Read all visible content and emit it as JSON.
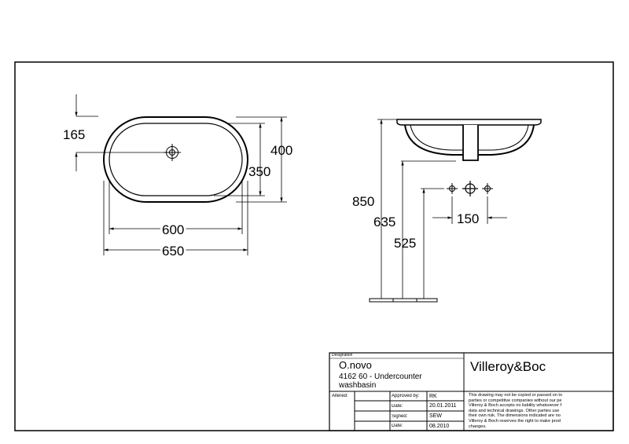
{
  "plan_view": {
    "dim_165": "165",
    "dim_400": "400",
    "dim_350": "350",
    "dim_600": "600",
    "dim_650": "650"
  },
  "side_view": {
    "dim_850": "850",
    "dim_635": "635",
    "dim_525": "525",
    "dim_150": "150"
  },
  "title_block": {
    "designation_label": "Designation",
    "product_name": "O.novo",
    "product_code_line1": "4162 60 - Undercounter",
    "product_code_line2": "washbasin",
    "company": "Villeroy&Boc",
    "altered_label": "Altered:",
    "approved_label": "Approved by:",
    "approved_value": "RK",
    "date_label": "Date:",
    "date_value": "20.01.2011",
    "signed_label": "Signed:",
    "signed_value": "SEW",
    "file_label": "Date:",
    "file_value": "08.2010",
    "disclaimer": [
      "This drawing may not be copied or passed on to",
      "parties or competitive companies without our pe",
      "Villeroy & Boch accepts no liability whatsoever f",
      "data and technical drawings. Other parties use",
      "their own risk. The dimensions indicated are no",
      "Villeroy & Boch reserves the right to make prod",
      "changes."
    ]
  }
}
